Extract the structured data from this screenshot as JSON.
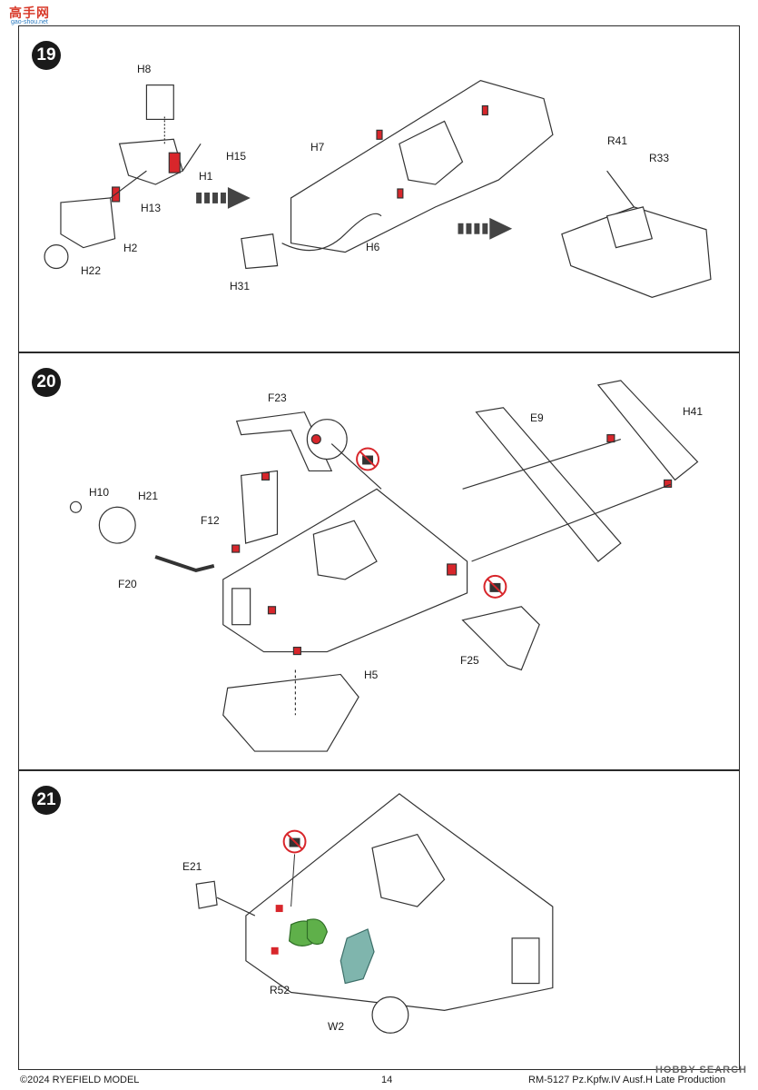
{
  "watermark": {
    "cn": "高手网",
    "url": "gao-shou.net"
  },
  "steps": {
    "s19": {
      "number": "19",
      "labels": {
        "h8": "H8",
        "h15": "H15",
        "h1": "H1",
        "h13": "H13",
        "h2": "H2",
        "h22": "H22",
        "h7": "H7",
        "h6": "H6",
        "h31": "H31",
        "r41": "R41",
        "r33": "R33"
      }
    },
    "s20": {
      "number": "20",
      "labels": {
        "f23": "F23",
        "e9": "E9",
        "h41": "H41",
        "h10": "H10",
        "h21": "H21",
        "f12": "F12",
        "f20": "F20",
        "f25": "F25",
        "h5": "H5"
      }
    },
    "s21": {
      "number": "21",
      "labels": {
        "e21": "E21",
        "r52": "R52",
        "w2": "W2"
      }
    }
  },
  "footer": {
    "copyright": "©2024 RYEFIELD MODEL",
    "page": "14",
    "product": "RM-5127 Pz.Kpfw.IV Ausf.H Late Production",
    "brand": "HOBBY SEARCH"
  },
  "colors": {
    "glue_red": "#d8262b",
    "part_green": "#5fb04a",
    "part_teal": "#7fb5ad"
  },
  "icons": [
    "no-glue-icon",
    "assembly-arrow-icon"
  ]
}
